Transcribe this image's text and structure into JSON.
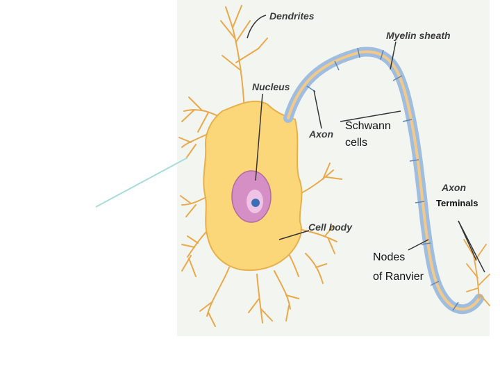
{
  "diagram": {
    "labels": {
      "dendrites": "Dendrites",
      "myelin_sheath": "Myelin sheath",
      "nucleus": "Nucleus",
      "axon": "Axon",
      "schwann_line1": "Schwann",
      "schwann_line2": "cells",
      "axon_terminals_line1": "Axon",
      "axon_terminals_line2": "Terminals",
      "cell_body": "Cell body",
      "nodes_line1": "Nodes",
      "nodes_line2": "of Ranvier"
    },
    "colors": {
      "background_panel": "#f3f5f0",
      "cell_body": "#fbd77a",
      "cell_body_edge": "#e8b04a",
      "myelin": "#9fbedf",
      "axon_core": "#f3c98a",
      "nucleus": "#d68fc4",
      "nucleolus": "#3a6fb8",
      "pointer_arrow": "#a8dcd8",
      "leader_line": "#333333"
    }
  }
}
